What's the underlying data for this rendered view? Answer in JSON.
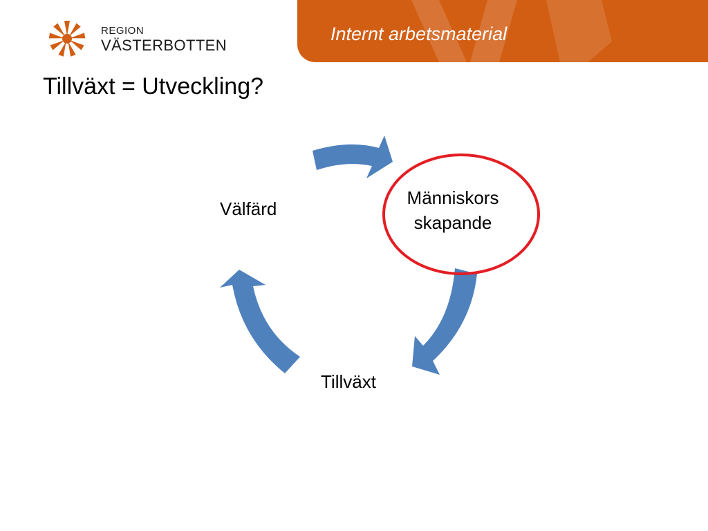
{
  "header": {
    "subtitle": "Internt arbetsmaterial",
    "band_color": "#d25e14"
  },
  "logo": {
    "line1": "REGION",
    "line2": "VÄSTERBOTTEN",
    "icon": "star-flower-logo",
    "color": "#d25e14"
  },
  "slide": {
    "title": "Tillväxt = Utveckling?"
  },
  "diagram": {
    "type": "cycle",
    "nodes": [
      {
        "id": "creative",
        "label_line1": "Människors",
        "label_line2": "skapande",
        "highlighted": true
      },
      {
        "id": "growth",
        "label": "Tillväxt"
      },
      {
        "id": "welfare",
        "label": "Välfärd"
      }
    ],
    "edges": [
      {
        "from": "welfare",
        "to": "creative"
      },
      {
        "from": "creative",
        "to": "growth"
      },
      {
        "from": "growth",
        "to": "welfare"
      }
    ],
    "arrow_color": "#4f81bd",
    "highlight_color": "#e31e24"
  }
}
